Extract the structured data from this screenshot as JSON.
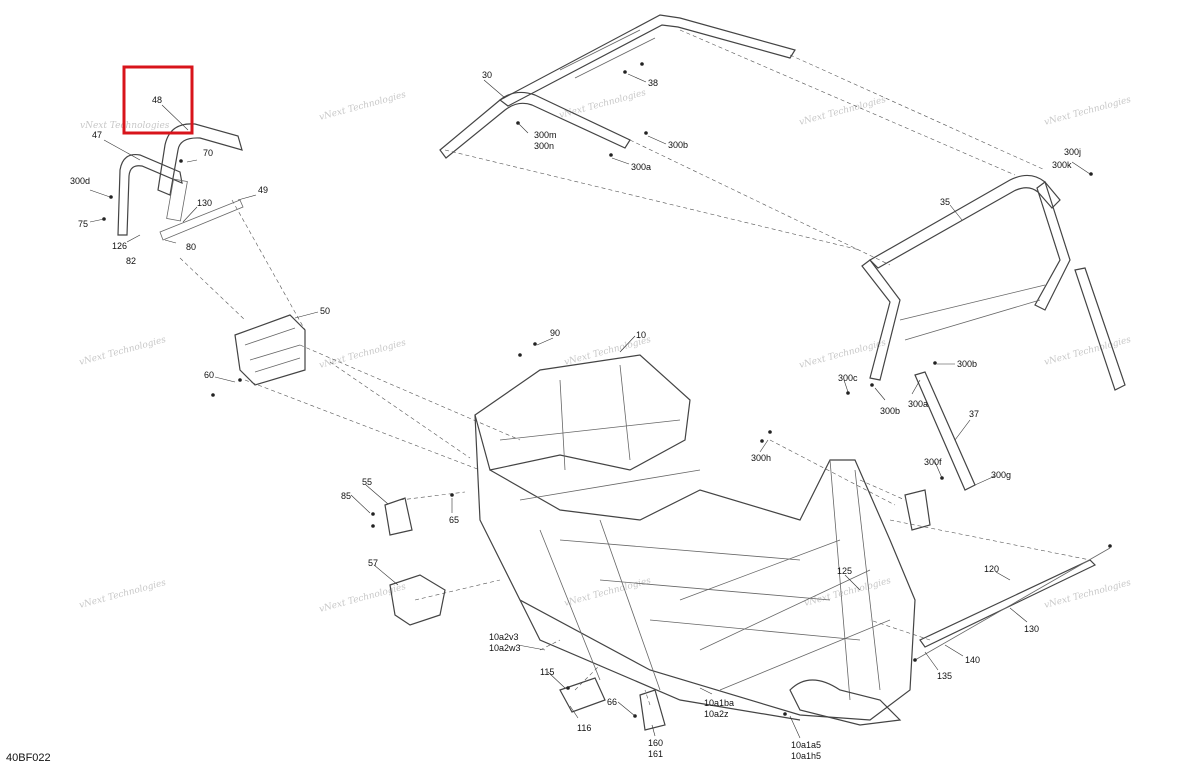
{
  "diagram": {
    "code": "40BF022",
    "watermark_text": "vNext Technologies",
    "highlight_color": "#d8141b",
    "highlighted_part": "48",
    "callouts": [
      "48",
      "47",
      "70",
      "300d",
      "75",
      "130",
      "49",
      "126",
      "80",
      "82",
      "30",
      "38",
      "300m",
      "300n",
      "300b",
      "300a",
      "300j",
      "300k",
      "35",
      "50",
      "60",
      "90",
      "10",
      "300c",
      "300b",
      "300a",
      "300b",
      "37",
      "300h",
      "300f",
      "300g",
      "55",
      "85",
      "65",
      "57",
      "125",
      "120",
      "130",
      "140",
      "135",
      "10a2v3",
      "10a2w3",
      "115",
      "116",
      "66",
      "160",
      "161",
      "10a1ba",
      "10a2z",
      "10a1a5",
      "10a1h5"
    ]
  }
}
